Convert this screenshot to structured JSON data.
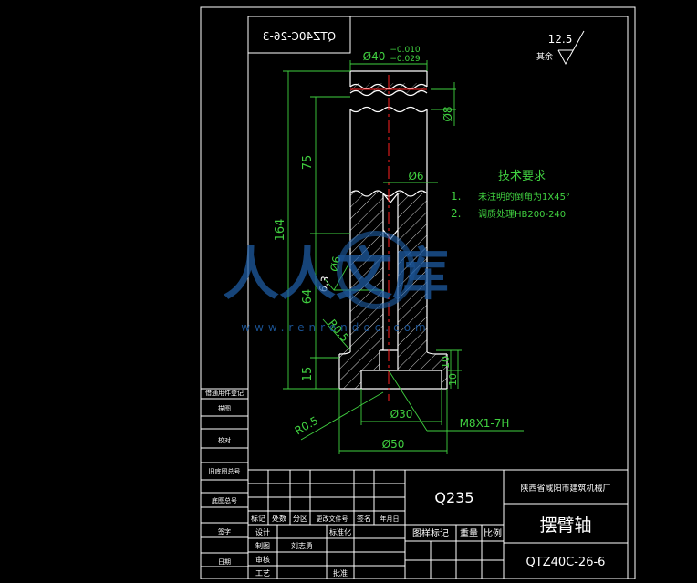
{
  "drawing": {
    "code_box_mirrored": "QTZ40C-26-3",
    "material": "Q235",
    "part_name": "摆臂轴",
    "drawing_no": "QTZ40C-26-6",
    "factory": "陕西省咸阳市建筑机械厂"
  },
  "roughness": {
    "value": "12.5",
    "label": "其余"
  },
  "dimensions": {
    "dia40": "Ø40",
    "tol_upper": "−0.010",
    "tol_lower": "−0.029",
    "dia8": "Ø8",
    "dia6_top": "Ø6",
    "dia6_side": "Ø6",
    "rough_6_3": "6.3",
    "len_164": "164",
    "len_75": "75",
    "len_64": "64",
    "len_15": "15",
    "r_upper": "R0.5",
    "r_lower": "R0.5",
    "right_10a": "10",
    "right_10b": "10",
    "dia30": "Ø30",
    "dia50": "Ø50",
    "thread": "M8X1-7H"
  },
  "tech_requirements": {
    "title": "技术要求",
    "items": [
      {
        "num": "1.",
        "text": "未注明的倒角为1X45°"
      },
      {
        "num": "2.",
        "text": "调质处理HB200-240"
      }
    ]
  },
  "left_column": [
    "借通用件登记",
    "旧底图总号",
    "底图总号",
    "签字",
    "日期",
    "描图",
    "校对"
  ],
  "title_block": {
    "header_cells": [
      "标记",
      "处数",
      "分区",
      "更改文件号",
      "签名",
      "年月日"
    ],
    "row_design": "设计",
    "row_draw": "制图",
    "row_draw_name": "刘志勇",
    "row_standard": "标准化",
    "row_review": "审核",
    "row_process": "工艺",
    "row_approve": "批准",
    "stage_cells": [
      "图样标记",
      "重量",
      "比例"
    ]
  },
  "watermark": {
    "brand": "人人文库",
    "url": "www.renrendoc.com"
  },
  "colors": {
    "line": "#ffffff",
    "dim": "#40d040",
    "center": "#ff2020",
    "hatch": "#ffffff",
    "tech_text": "#40d040",
    "watermark": "#1f5fa8"
  }
}
